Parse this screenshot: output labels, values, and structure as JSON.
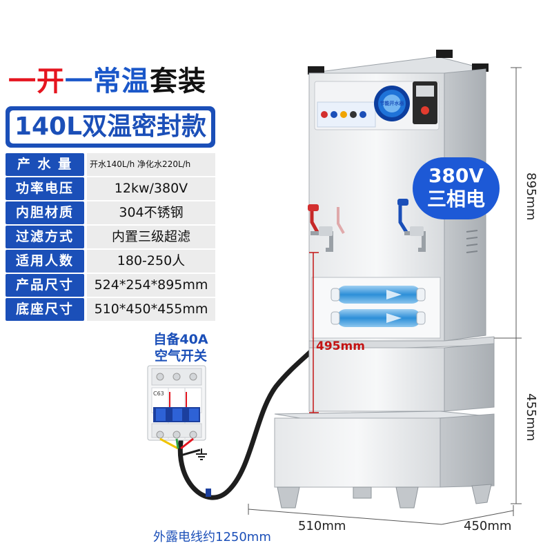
{
  "headline": {
    "part1": "一开",
    "part2": "一",
    "part3": "常温",
    "part4": "套装"
  },
  "model_title": "140L双温密封款",
  "specs": [
    {
      "label": "产 水 量",
      "value": "开水140L/h 净化水220L/h"
    },
    {
      "label": "功率电压",
      "value": "12kw/380V"
    },
    {
      "label": "内胆材质",
      "value": "304不锈钢"
    },
    {
      "label": "过滤方式",
      "value": "内置三级超滤"
    },
    {
      "label": "适用人数",
      "value": "180-250人"
    },
    {
      "label": "产品尺寸",
      "value": "524*254*895mm"
    },
    {
      "label": "底座尺寸",
      "value": "510*450*455mm"
    }
  ],
  "breaker": {
    "caption_line1": "自备40A",
    "caption_line2": "空气开关",
    "model_mark": "C63"
  },
  "voltage_badge": {
    "line1": "380V",
    "line2": "三相电"
  },
  "control_panel_label": "节能开水器",
  "dimensions": {
    "height_machine": "895mm",
    "height_base": "455mm",
    "internal_height": "495mm",
    "width": "510mm",
    "depth": "450mm"
  },
  "cable_caption": "外露电线约1250mm",
  "colors": {
    "brand_blue": "#1b4fb8",
    "accent_red": "#e5151f",
    "steel": "#c9ccd0"
  }
}
